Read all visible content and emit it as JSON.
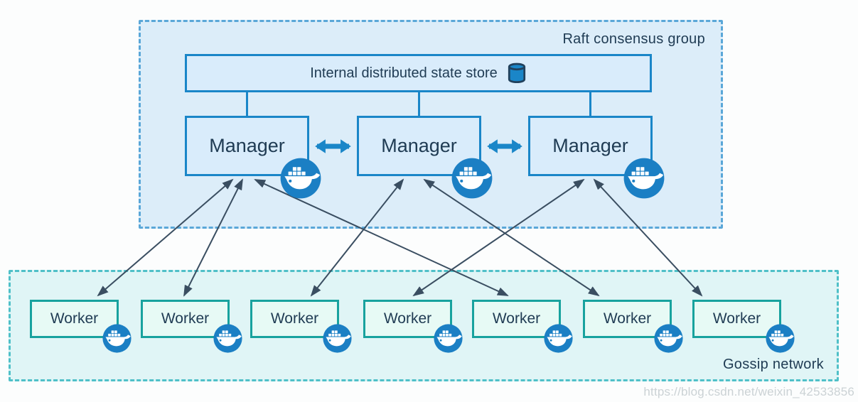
{
  "diagram": {
    "raft_group": {
      "label": "Raft consensus group",
      "state_store": {
        "label": "Internal distributed state store",
        "icon": "database-cylinder-icon"
      },
      "managers": [
        {
          "label": "Manager",
          "icon": "docker-whale-icon"
        },
        {
          "label": "Manager",
          "icon": "docker-whale-icon"
        },
        {
          "label": "Manager",
          "icon": "docker-whale-icon"
        }
      ]
    },
    "gossip_network": {
      "label": "Gossip network",
      "workers": [
        {
          "label": "Worker",
          "icon": "docker-whale-icon"
        },
        {
          "label": "Worker",
          "icon": "docker-whale-icon"
        },
        {
          "label": "Worker",
          "icon": "docker-whale-icon"
        },
        {
          "label": "Worker",
          "icon": "docker-whale-icon"
        },
        {
          "label": "Worker",
          "icon": "docker-whale-icon"
        },
        {
          "label": "Worker",
          "icon": "docker-whale-icon"
        },
        {
          "label": "Worker",
          "icon": "docker-whale-icon"
        }
      ]
    },
    "connections": {
      "store_to_managers": [
        "store->manager-1",
        "store->manager-2",
        "store->manager-3"
      ],
      "manager_peer_links": [
        "manager-1<->manager-2",
        "manager-2<->manager-3"
      ],
      "manager_worker_links": [
        "manager-1<->worker-1",
        "manager-1<->worker-2",
        "manager-1<->worker-5",
        "manager-2<->worker-3",
        "manager-2<->worker-6",
        "manager-3<->worker-4",
        "manager-3<->worker-7"
      ]
    },
    "watermark": "https://blog.csdn.net/weixin_42533856",
    "colors": {
      "raft_fill": "#dcedf9",
      "raft_border": "#5aa7d8",
      "node_fill": "#d9ecfb",
      "node_border": "#1a86c8",
      "gossip_fill": "#e0f5f6",
      "gossip_border": "#4fc0c8",
      "worker_fill": "#e7faf5",
      "worker_border": "#18a29e",
      "text": "#1f3b53",
      "thin_arrow": "#3a4e61",
      "thick_arrow": "#1a86c8",
      "docker_blue": "#1b7fc4",
      "watermark_text": "#cbd2d5"
    }
  }
}
